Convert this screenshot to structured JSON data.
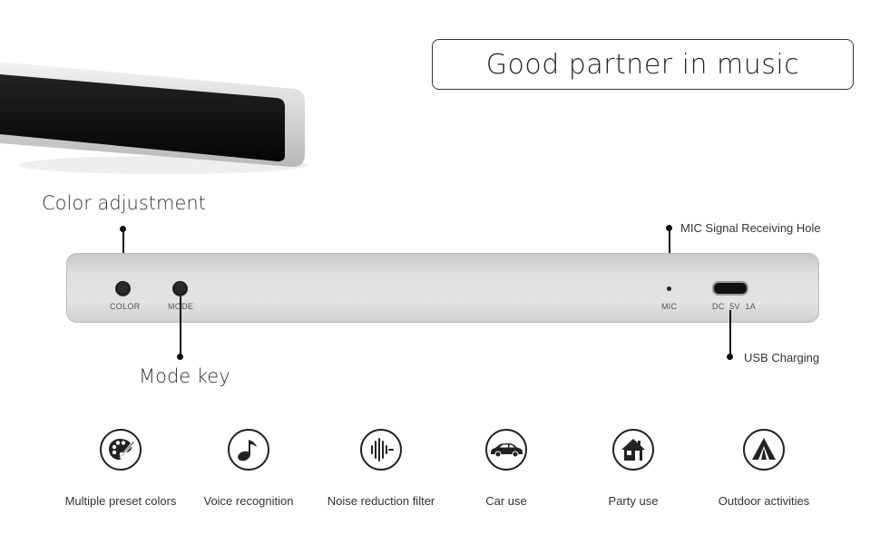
{
  "header": {
    "title": "Good partner in music"
  },
  "callouts": {
    "color_adjustment": "Color adjustment",
    "mode_key": "Mode key",
    "mic_hole": "MIC Signal Receiving Hole",
    "usb_charging": "USB Charging"
  },
  "panel": {
    "color_label": "COLOR",
    "mode_label": "MODE",
    "mic_label": "MIC",
    "dc_label": "DC  5V  1A"
  },
  "features": [
    {
      "label": "Multiple preset colors",
      "icon": "palette-icon"
    },
    {
      "label": "Voice recognition",
      "icon": "music-note-icon"
    },
    {
      "label": "Noise reduction filter",
      "icon": "sound-wave-icon"
    },
    {
      "label": "Car use",
      "icon": "car-icon"
    },
    {
      "label": "Party use",
      "icon": "house-icon"
    },
    {
      "label": "Outdoor activities",
      "icon": "tent-icon"
    }
  ]
}
